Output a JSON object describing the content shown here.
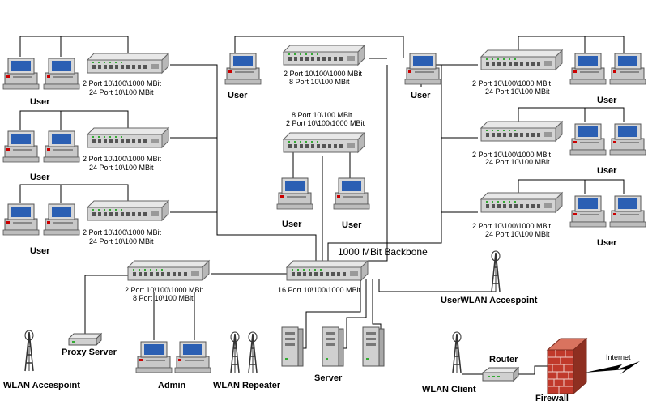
{
  "labels": {
    "user": "User",
    "user_wlan": "UserWLAN Accespoint",
    "backbone": "1000 MBit Backbone",
    "proxy": "Proxy Server",
    "wlan_ap": "WLAN Accespoint",
    "admin": "Admin",
    "wlan_repeater": "WLAN Repeater",
    "server": "Server",
    "wlan_client": "WLAN Client",
    "router": "Router",
    "firewall": "Firewall",
    "internet": "Internet"
  },
  "switch_text": {
    "gbit2": "2 Port 10\\100\\1000 MBit",
    "mb24": "24 Port 10\\100 MBit",
    "mb8": "8 Port 10\\100 MBit",
    "gbit16": "16 Port 10\\100\\1000 MBit"
  },
  "colors": {
    "line": "#000000",
    "device_body": "#d4d4d4",
    "screen": "#2b5fb3",
    "firewall": "#c0392b"
  }
}
